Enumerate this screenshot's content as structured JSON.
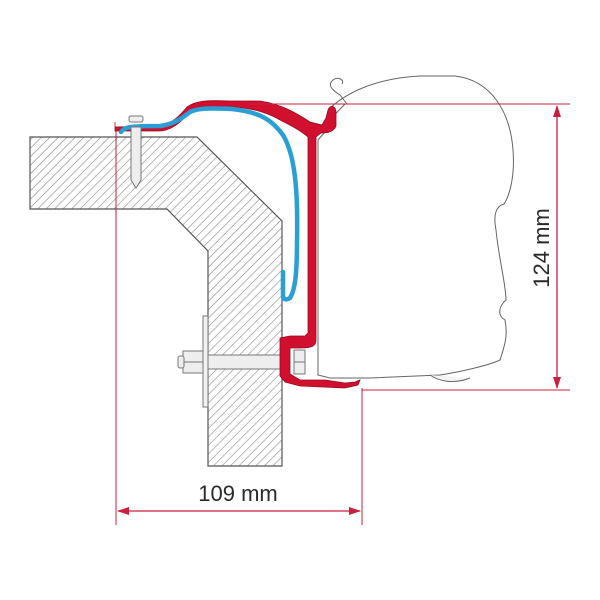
{
  "diagram": {
    "type": "technical-cross-section",
    "subject": "awning mounting adapter profile on wall/roof edge",
    "colors": {
      "adapter_profile": "#d0102e",
      "seal_strip": "#2a9fd6",
      "dimension_lines": "#c8203f",
      "hatch": "#8a8a8a",
      "outline": "#555555"
    },
    "dimensions": {
      "width": {
        "value": 109,
        "unit": "mm",
        "label": "109 mm"
      },
      "height": {
        "value": 124,
        "unit": "mm",
        "label": "124 mm"
      }
    },
    "components": [
      {
        "id": "wall-section",
        "label": "Wall / roof edge (hatched)"
      },
      {
        "id": "adapter-profile",
        "label": "Red adapter rail"
      },
      {
        "id": "seal",
        "label": "Blue keder seal"
      },
      {
        "id": "awning-case",
        "label": "Awning cassette outline"
      },
      {
        "id": "screw",
        "label": "Top fixing screw"
      },
      {
        "id": "bolt",
        "label": "Through bolt with nut and washer plate"
      }
    ]
  }
}
